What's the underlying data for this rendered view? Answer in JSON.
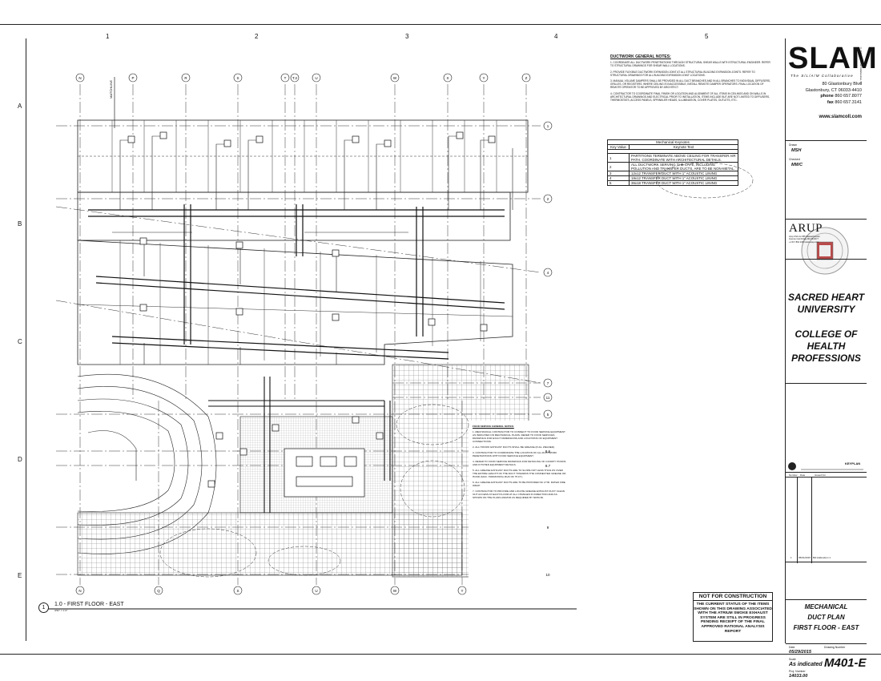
{
  "grid": {
    "columns": [
      "1",
      "2",
      "3",
      "4",
      "5"
    ],
    "rows": [
      "A",
      "B",
      "C",
      "D",
      "E"
    ],
    "top_bubbles": [
      "N",
      "P",
      "R",
      "S",
      "T",
      "T.2",
      "U",
      "W",
      "X",
      "Y",
      "Z"
    ],
    "bottom_bubbles": [
      "N",
      "Q",
      "S",
      "U",
      "W",
      "Y"
    ],
    "right_bubbles": [
      "1",
      "2",
      "4",
      "7",
      "11",
      "5",
      "8.6",
      "8.7",
      "9",
      "10"
    ]
  },
  "matchline": "MATCHLINE",
  "ductwork_notes": {
    "title": "DUCTWORK GENERAL NOTES:",
    "items": [
      "1. COORDINATE ALL DUCTWORK PENETRATIONS THROUGH STRUCTURAL SHEAR WALLS WITH STRUCTURAL ENGINEER. REFER TO STRUCTURAL DRAWINGS FOR SHEAR WALL LOCATIONS.",
      "2. PROVIDE FLEXIBLE DUCTWORK EXPANSION JOINT AT ALL STRUCTURAL BUILDING EXPANSION JOINTS. REFER TO STRUCTURAL DRAWINGS FOR ALL BUILDING EXPANSION JOINT LOCATIONS.",
      "3. MANUAL VOLUME DAMPERS SHALL BE PROVIDED IN ALL DUCT BRANCHES AND IN ALL BRANCHES TO INDIVIDUAL DIFFUSERS, GRILLES, OR REGISTERS. WHERE CEILING IS INACCESSIBLE, INSTALL REMOTE DAMPER OPERATORS. FINAL LOCATION OF REMOTE OPERATOR TO BE APPROVED BY ARCHITECT.",
      "4. CONTRACTOR TO COORDINATE FINAL FINISH OR LOCATION AND ALIGNMENT OF ALL ITEMS IN CEILINGS AND ON WALLS IN ARCHITECTURAL DRAWINGS AND ELECTRICAL PRIOR TO INSTALLATION. ITEMS INCLUDE BUT ARE NOT LIMITED TO DIFFUSERS, THERMOSTATS, ACCESS PANELS, SPRINKLER HEADS, ILLUMINATION, COVER PLATES, OUTLETS, ETC."
    ]
  },
  "keynotes": {
    "caption": "Mechanical Keynotes",
    "col_value": "Key Value",
    "col_text": "Keynote Text",
    "rows": [
      {
        "key": "1",
        "text": "PARTITIONS TERMINATE ABOVE CEILING FOR TRANSFER AIR PATH. COORDINATE WITH ARCHITECTURAL DETAILS."
      },
      {
        "key": "2",
        "text": "ALL DUCTWORK SERVING THE CAFE, INCLUDING POLLUTION AND TRANSFER DUCTS, ARE TO BE NON-METAL."
      },
      {
        "key": "3",
        "text": "12x12 TRANSFER DUCT WITH 1\" ACOUSTIC LINING"
      },
      {
        "key": "4",
        "text": "18x12 TRANSFER DUCT WITH 1\" ACOUSTIC LINING"
      },
      {
        "key": "5",
        "text": "36x18 TRANSFER DUCT WITH 1\" ACOUSTIC LINING"
      }
    ]
  },
  "food_service_notes": {
    "title": "FOOD SERVICE GENERAL NOTES:",
    "items": [
      "1. MECHANICAL CONTRACTOR TO CONNECT TO FOOD SERVICE EQUIPMENT AS INDICATED ON MECHANICAL PLANS. REFER TO FOOD SERVICES DRAWINGS FOR EXACT DIMENSIONS AND LOCATIONS OF EQUIPMENT CONNECTIONS.",
      "2. ALL HOODS' EXHAUST DUCTS SHALL BE GREASE (FULL WELDED).",
      "3. CONTRACTOR TO COORDINATE THE LOCATION OF ALL DUCTWORK PENETRATIONS WITH FOOD SERVICE EQUIPMENT.",
      "4. REFER TO FOOD SERVICE DRAWINGS FOR DETAILING OF CANOPY HOODS AND KITCHEN EQUIPMENT DETAILS.",
      "5. ALL GREASE EXHAUST DUCTS ARE TO SLOPE NOT LESS THAN 2% OVER THE ENTIRE LENGTH OF THE DUCT TOWARDS THE CONNECTED GREASE OR HOOD (MAX. HORIZONTAL RUN OF 75 FT.)",
      "6. ALL GREASE EXHAUST DUCTS ARE TO BE PROVIDED W/ 2 HR. RATED FIRE WRAP.",
      "7. CONTRACTOR TO PROVIDE AND LOCATE GREASE EXHAUST DUCT CLEAN OUT ACCESS AT EACH FLOOR AT ALL CHANGES IN DIRECTION AND AS SHOWN ON THE PLANS AND/OR AS REQUIRED BY NFPA 96."
    ]
  },
  "not_for_construction": {
    "heading": "NOT FOR CONSTRUCTION",
    "body": "THE CURRENT STATUS OF THE ITEMS SHOWN ON THIS DRAWING ASSOCIATED WITH THE ATRIUM SMOKE EXHAUST SYSTEM ARE STILL IN PROGRESS PENDING RECEIPT OF THE FINAL APPROVED RATIONAL ANALYSIS REPORT"
  },
  "view": {
    "number": "1",
    "name": "1.0 - FIRST FLOOR - EAST",
    "scale": "3/32\" = 1'-0\""
  },
  "title_block": {
    "firm": "SLAM",
    "firm_sub": "The S/L/A/M Collaborative",
    "address_line1": "80 Glastonbury Blvd",
    "address_line2": "Glastonbury, CT 06033-4410",
    "phone_label": "phone",
    "phone": "860 657.8077",
    "fax_label": "fax",
    "fax": "860 657.3141",
    "web": "www.slamcoll.com",
    "copyright": "© 2015 The SLAM Collaborative, Inc.",
    "drawn_label": "Drawn",
    "drawn": "MSH",
    "checked_label": "Checked",
    "checked": "MWC",
    "consultant": "ARUP",
    "consultant_details": "Arup USA Inc 955 Massachusetts Avenue Cambridge MA 02139 T +1 617 864 2300 www.arup.com",
    "client_line1": "SACRED HEART",
    "client_line2": "UNIVERSITY",
    "project_line1": "COLLEGE OF",
    "project_line2": "HEALTH",
    "project_line3": "PROFESSIONS",
    "keyplan": "KEYPLAN",
    "rev_number_label": "Number",
    "rev_date_label": "Date",
    "rev_issued_label": "Issued For",
    "rev_row": {
      "number": "1",
      "date": "05/01/2015",
      "issued": "Bid Addendum 1"
    },
    "sheet_title_line1": "MECHANICAL",
    "sheet_title_line2": "DUCT PLAN",
    "sheet_title_line3": "FIRST FLOOR - EAST",
    "date_label": "Date",
    "date": "05/29/2015",
    "scale_label": "Scale",
    "scale": "As indicated",
    "project_number_label": "Proj. Number",
    "project_number": "14033.00",
    "drawing_number_label": "Drawing Number",
    "sheet_number": "M401-E"
  }
}
